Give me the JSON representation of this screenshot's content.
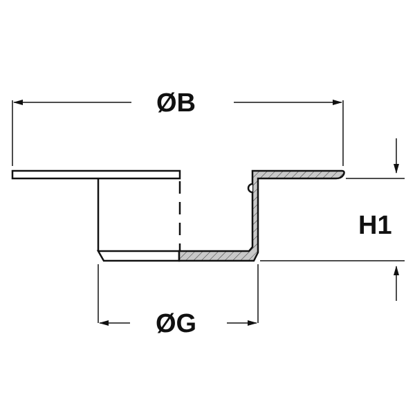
{
  "labels": {
    "diameter_b": "ØB",
    "diameter_g": "ØG",
    "height_h1": "H1"
  },
  "colors": {
    "line": "#111111",
    "hatch_fill": "#c8c8c8"
  }
}
